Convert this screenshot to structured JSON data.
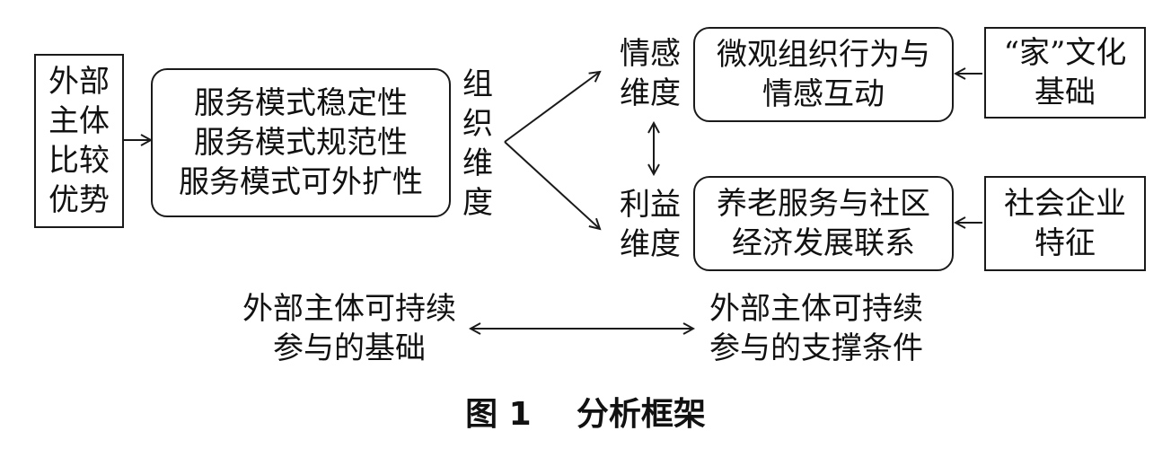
{
  "diagram": {
    "nodes": {
      "external_advantage": "外部\n主体\n比较\n优势",
      "service_mode": "服务模式稳定性\n服务模式规范性\n服务模式可外扩性",
      "org_dimension": "组\n织\n维\n度",
      "emotion_dimension": "情感\n维度",
      "interest_dimension": "利益\n维度",
      "micro_behavior": "微观组织行为与\n情感互动",
      "elderly_service": "养老服务与社区\n经济发展联系",
      "family_culture": "“家”文化\n基础",
      "social_enterprise": "社会企业\n特征",
      "sustain_basis": "外部主体可持续\n参与的基础",
      "sustain_support": "外部主体可持续\n参与的支撑条件"
    },
    "caption": "图 1    分析框架"
  }
}
